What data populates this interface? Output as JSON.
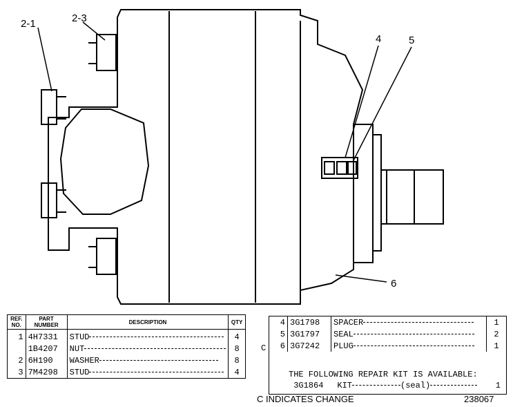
{
  "callouts": [
    "2-1",
    "2-3",
    "4",
    "5",
    "6"
  ],
  "left_table": {
    "headers": [
      "REF. NO.",
      "PART NUMBER",
      "DESCRIPTION",
      "QTY"
    ],
    "rows": [
      {
        "ref": "1",
        "part": "4H7331",
        "desc": "STUD",
        "qty": "4"
      },
      {
        "ref": "",
        "part": "1B4207",
        "desc": "NUT",
        "qty": "8"
      },
      {
        "ref": "2",
        "part": "6H190",
        "desc": "WASHER",
        "qty": "8"
      },
      {
        "ref": "3",
        "part": "7M4298",
        "desc": "STUD",
        "qty": "4"
      }
    ]
  },
  "right_table": {
    "rows": [
      {
        "mark": "",
        "ref": "4",
        "part": "3G1798",
        "desc": "SPACER",
        "qty": "1"
      },
      {
        "mark": "",
        "ref": "5",
        "part": "3G1797",
        "desc": "SEAL",
        "qty": "2"
      },
      {
        "mark": "C",
        "ref": "6",
        "part": "3G7242",
        "desc": "PLUG",
        "qty": "1"
      }
    ],
    "kit_note": "THE FOLLOWING REPAIR KIT IS AVAILABLE:",
    "kit": {
      "part": "3G1864",
      "desc": "KIT",
      "note": "(seal)",
      "qty": "1"
    }
  },
  "footer": {
    "change_note": "C INDICATES CHANGE",
    "drawing_number": "238067"
  }
}
